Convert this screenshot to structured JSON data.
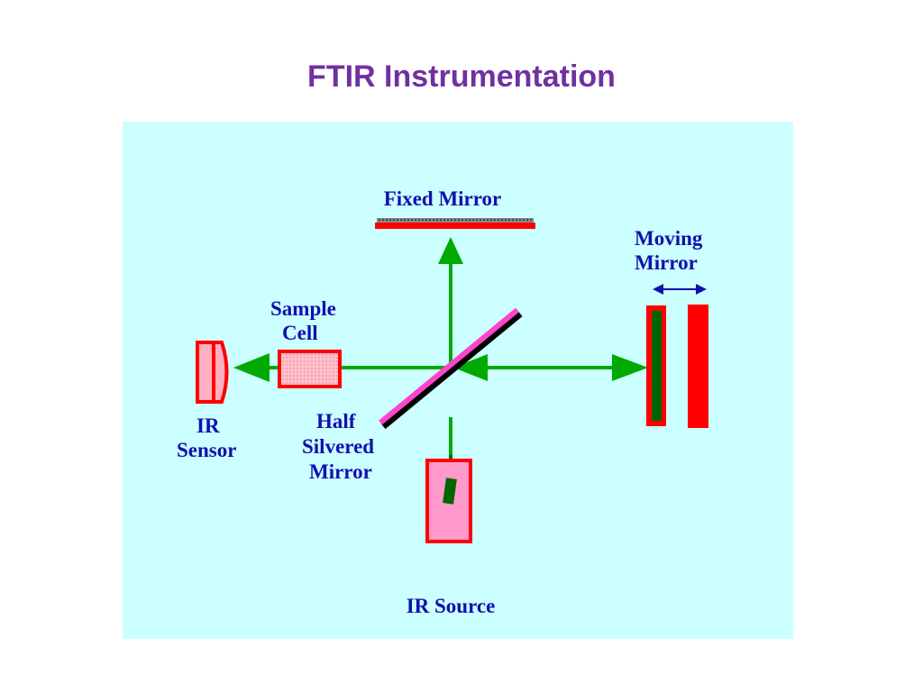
{
  "slide": {
    "title": "FTIR Instrumentation"
  },
  "colors": {
    "title": "#7030A0",
    "panel_bg": "#CCFFFF",
    "label": "#1010B0",
    "beam": "#00AA00",
    "mirror_red": "#FF0000",
    "half_mirror": "#FF44CC",
    "cell_fill": "#FFB0C0",
    "source_fill": "#FF99CC",
    "dark_green": "#006600"
  },
  "diagram": {
    "fixed_mirror_label": "Fixed Mirror",
    "moving_mirror_label": [
      "Moving",
      "Mirror"
    ],
    "sample_cell_label": [
      "Sample",
      "Cell"
    ],
    "ir_sensor_label": [
      "IR",
      "Sensor"
    ],
    "half_mirror_label": [
      "Half",
      "Silvered",
      "Mirror"
    ],
    "ir_source_label": "IR Source"
  }
}
